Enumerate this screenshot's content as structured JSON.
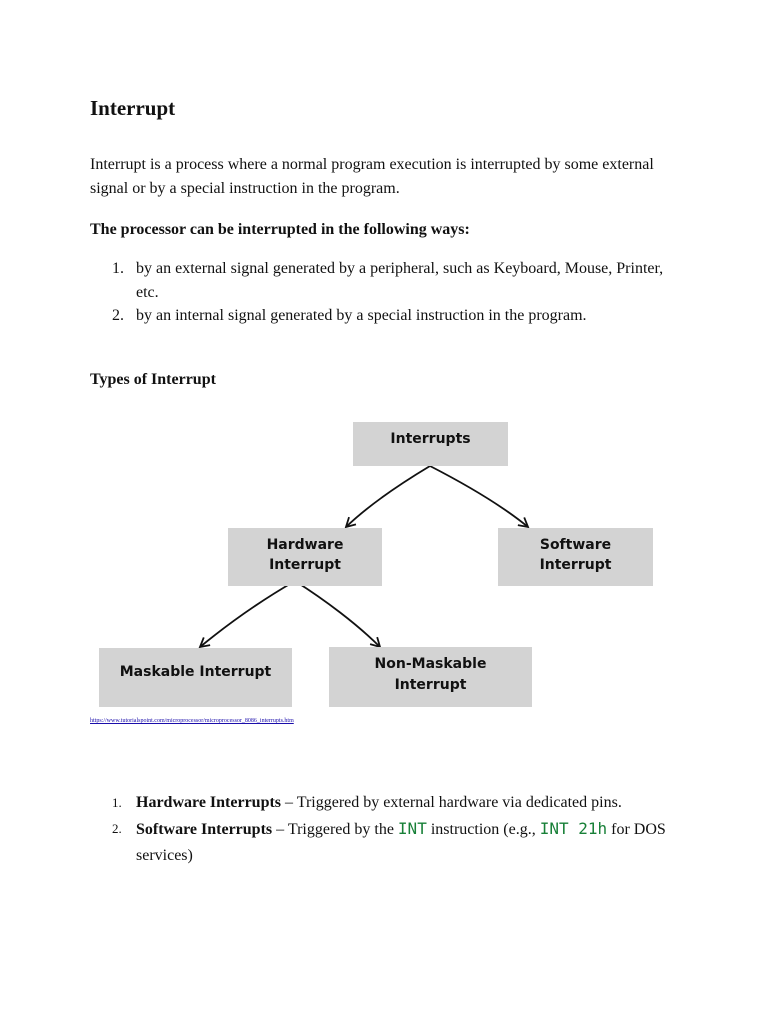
{
  "title": "Interrupt",
  "intro": "Interrupt is a process where a normal program execution is interrupted by some external signal or by a special instruction in the program.",
  "ways_heading": "The processor can be interrupted in the following ways:",
  "ways": [
    {
      "num": "1.",
      "text": "by an external signal generated by a peripheral, such as Keyboard, Mouse, Printer, etc."
    },
    {
      "num": "2.",
      "text": "by an internal signal generated by a special instruction in the program."
    }
  ],
  "types_heading": "Types of Interrupt",
  "diagram": {
    "root": "Interrupts",
    "hardware_line1": "Hardware",
    "hardware_line2": "Interrupt",
    "software_line1": "Software",
    "software_line2": "Interrupt",
    "maskable": "Maskable Interrupt",
    "nonmaskable_line1": "Non-Maskable",
    "nonmaskable_line2": "Interrupt",
    "box_color": "#d3d3d3"
  },
  "source_link": "https://www.tutorialspoint.com/microprocessor/microprocessor_8086_interrupts.htm",
  "types_list": [
    {
      "num": "1.",
      "term": "Hardware Interrupts",
      "rest": " – Triggered by external hardware via dedicated pins."
    },
    {
      "num": "2.",
      "term": "Software Interrupts",
      "rest_a": " – Triggered by the ",
      "code_a": "INT",
      "rest_b": " instruction (e.g., ",
      "code_b": "INT 21h",
      "rest_c": " for DOS services)"
    }
  ],
  "code_color": "#188038",
  "link_color": "#1a0dab"
}
